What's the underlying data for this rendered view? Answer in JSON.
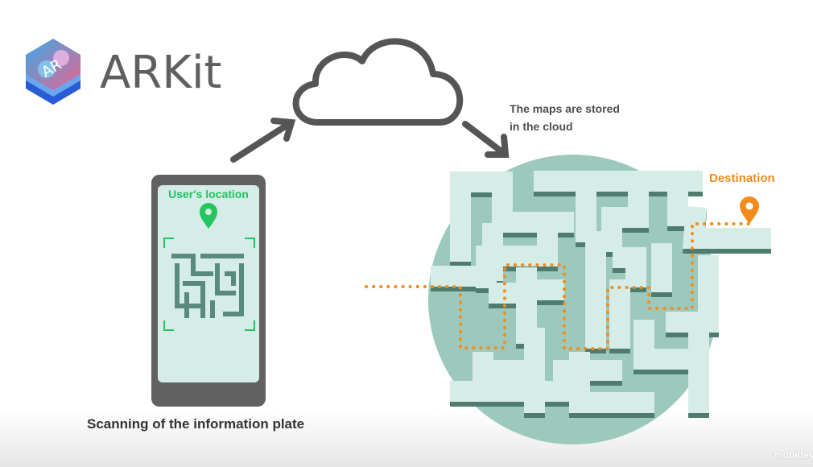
{
  "logo": {
    "badge_text": "AR",
    "title": "ARKit"
  },
  "cloud_caption": [
    "The maps are stored",
    "in the cloud"
  ],
  "destination_label": "Destination",
  "phone": {
    "location_label": "User's location"
  },
  "scan_caption": "Scanning of the information plate",
  "watermark": "mobidev",
  "colors": {
    "maze_circle": "#9cc9bc",
    "maze_wall": "#d6ece6",
    "wall_shadow": "#4e7c6f",
    "path": "#f28c1c",
    "user_pin": "#22c55e",
    "outline": "#555555"
  }
}
